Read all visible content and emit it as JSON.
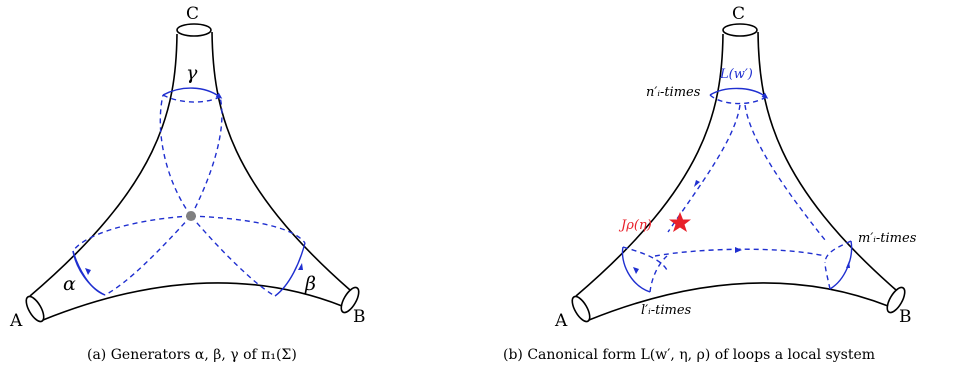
{
  "left": {
    "vertices": {
      "a": "A",
      "b": "B",
      "c": "C"
    },
    "generators": {
      "alpha": "α",
      "beta": "β",
      "gamma": "γ"
    },
    "caption": "(a) Generators α, β, γ of π₁(Σ)"
  },
  "right": {
    "vertices": {
      "a": "A",
      "b": "B",
      "c": "C"
    },
    "loop_label": "L(w′)",
    "n_label": "n′ᵢ-times",
    "m_label": "m′ᵢ-times",
    "l_label": "l′ᵢ-times",
    "j_label": "Jρ(η)",
    "caption": "(b) Canonical form L(w′, η, ρ) of loops a local system"
  },
  "colors": {
    "loop": "#1f2fd0",
    "star": "#e8202a",
    "base_point": "#808080",
    "outline": "#000000"
  }
}
